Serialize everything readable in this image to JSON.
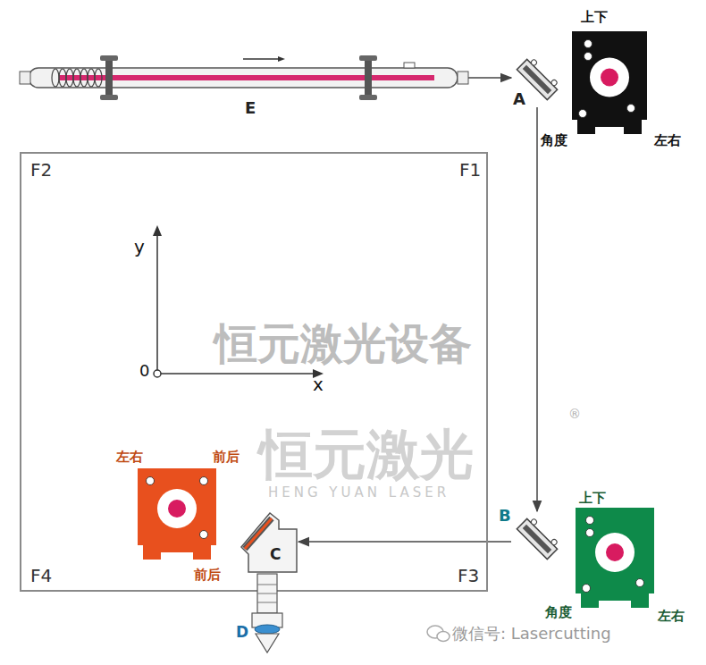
{
  "diagram": {
    "nodes": [
      {
        "text": [
          "E"
        ]
      },
      {
        "text": [
          "A"
        ]
      },
      {
        "text": [
          "上下",
          "角度",
          "左右"
        ]
      },
      {
        "text": [
          "F2",
          "F1",
          "F4",
          "F3"
        ]
      },
      {
        "text": [
          "左右",
          "前后",
          "前后"
        ],
        "in": 3
      },
      {
        "text": [
          "C"
        ],
        "in": 3
      },
      {
        "text": [
          "D"
        ],
        "in": 3
      },
      {
        "text": [
          "B"
        ]
      },
      {
        "text": [
          "上下",
          "角度",
          "左右"
        ]
      }
    ],
    "edges": [
      {
        "from": 0,
        "to": 1,
        "arrow": "to"
      },
      {
        "from": 1,
        "to": 7,
        "arrow": "to"
      },
      {
        "from": 7,
        "to": 5,
        "arrow": "to"
      }
    ],
    "labels": [
      "y",
      "0",
      "x",
      "恒元激光设备",
      "恒元激光",
      "HENG YUAN LASER",
      "®",
      "微信号: Lasercutting"
    ]
  }
}
